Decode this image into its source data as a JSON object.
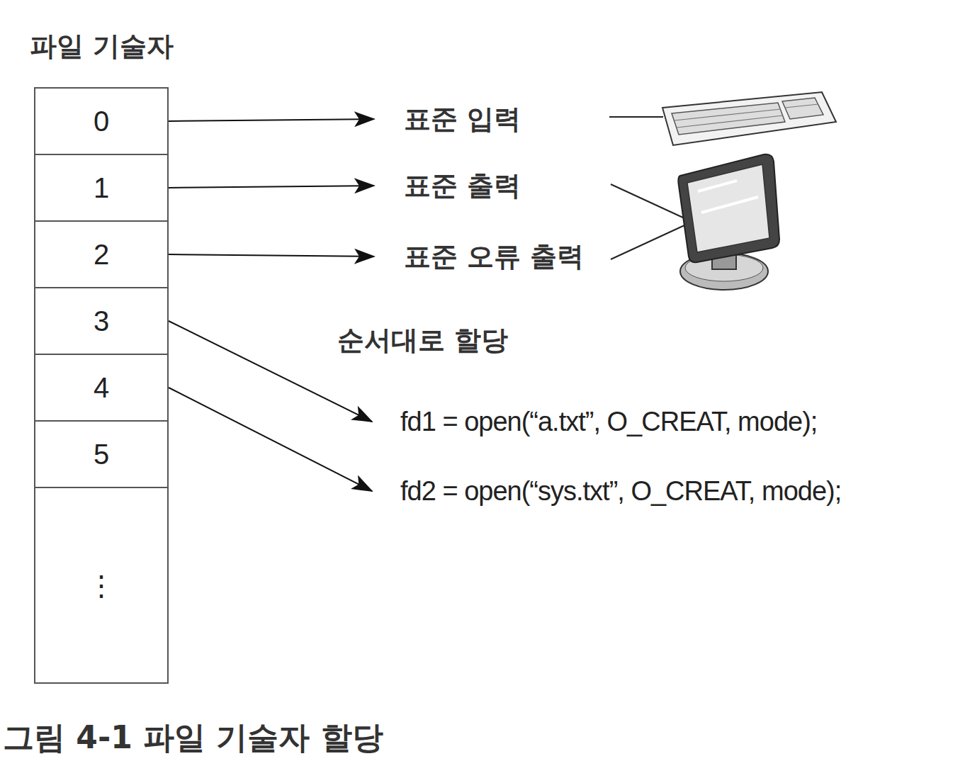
{
  "diagram": {
    "title": "파일 기술자",
    "caption": "그림 4-1 파일 기술자 할당",
    "nodes": [
      {
        "text": [
          "0"
        ]
      },
      {
        "text": [
          "1"
        ]
      },
      {
        "text": [
          "2"
        ]
      },
      {
        "text": [
          "3"
        ]
      },
      {
        "text": [
          "4"
        ]
      },
      {
        "text": [
          "5"
        ]
      },
      {
        "text": [
          "⋮"
        ]
      },
      {
        "text": [
          "표준 입력"
        ]
      },
      {
        "text": [
          "표준 출력"
        ]
      },
      {
        "text": [
          "표준 오류 출력"
        ]
      },
      {
        "text": [
          "fd1 = open(“a.txt”, O_CREAT, mode);"
        ]
      },
      {
        "text": [
          "fd2 = open(“sys.txt”, O_CREAT, mode);"
        ]
      }
    ],
    "edges": [
      {
        "from": 0,
        "to": 7,
        "arrow": "to"
      },
      {
        "from": 1,
        "to": 8,
        "arrow": "to"
      },
      {
        "from": 2,
        "to": 9,
        "arrow": "to"
      },
      {
        "from": 3,
        "to": 10,
        "arrow": "to"
      },
      {
        "from": 4,
        "to": 11,
        "arrow": "to"
      }
    ],
    "labels": [
      "순서대로 할당"
    ]
  }
}
